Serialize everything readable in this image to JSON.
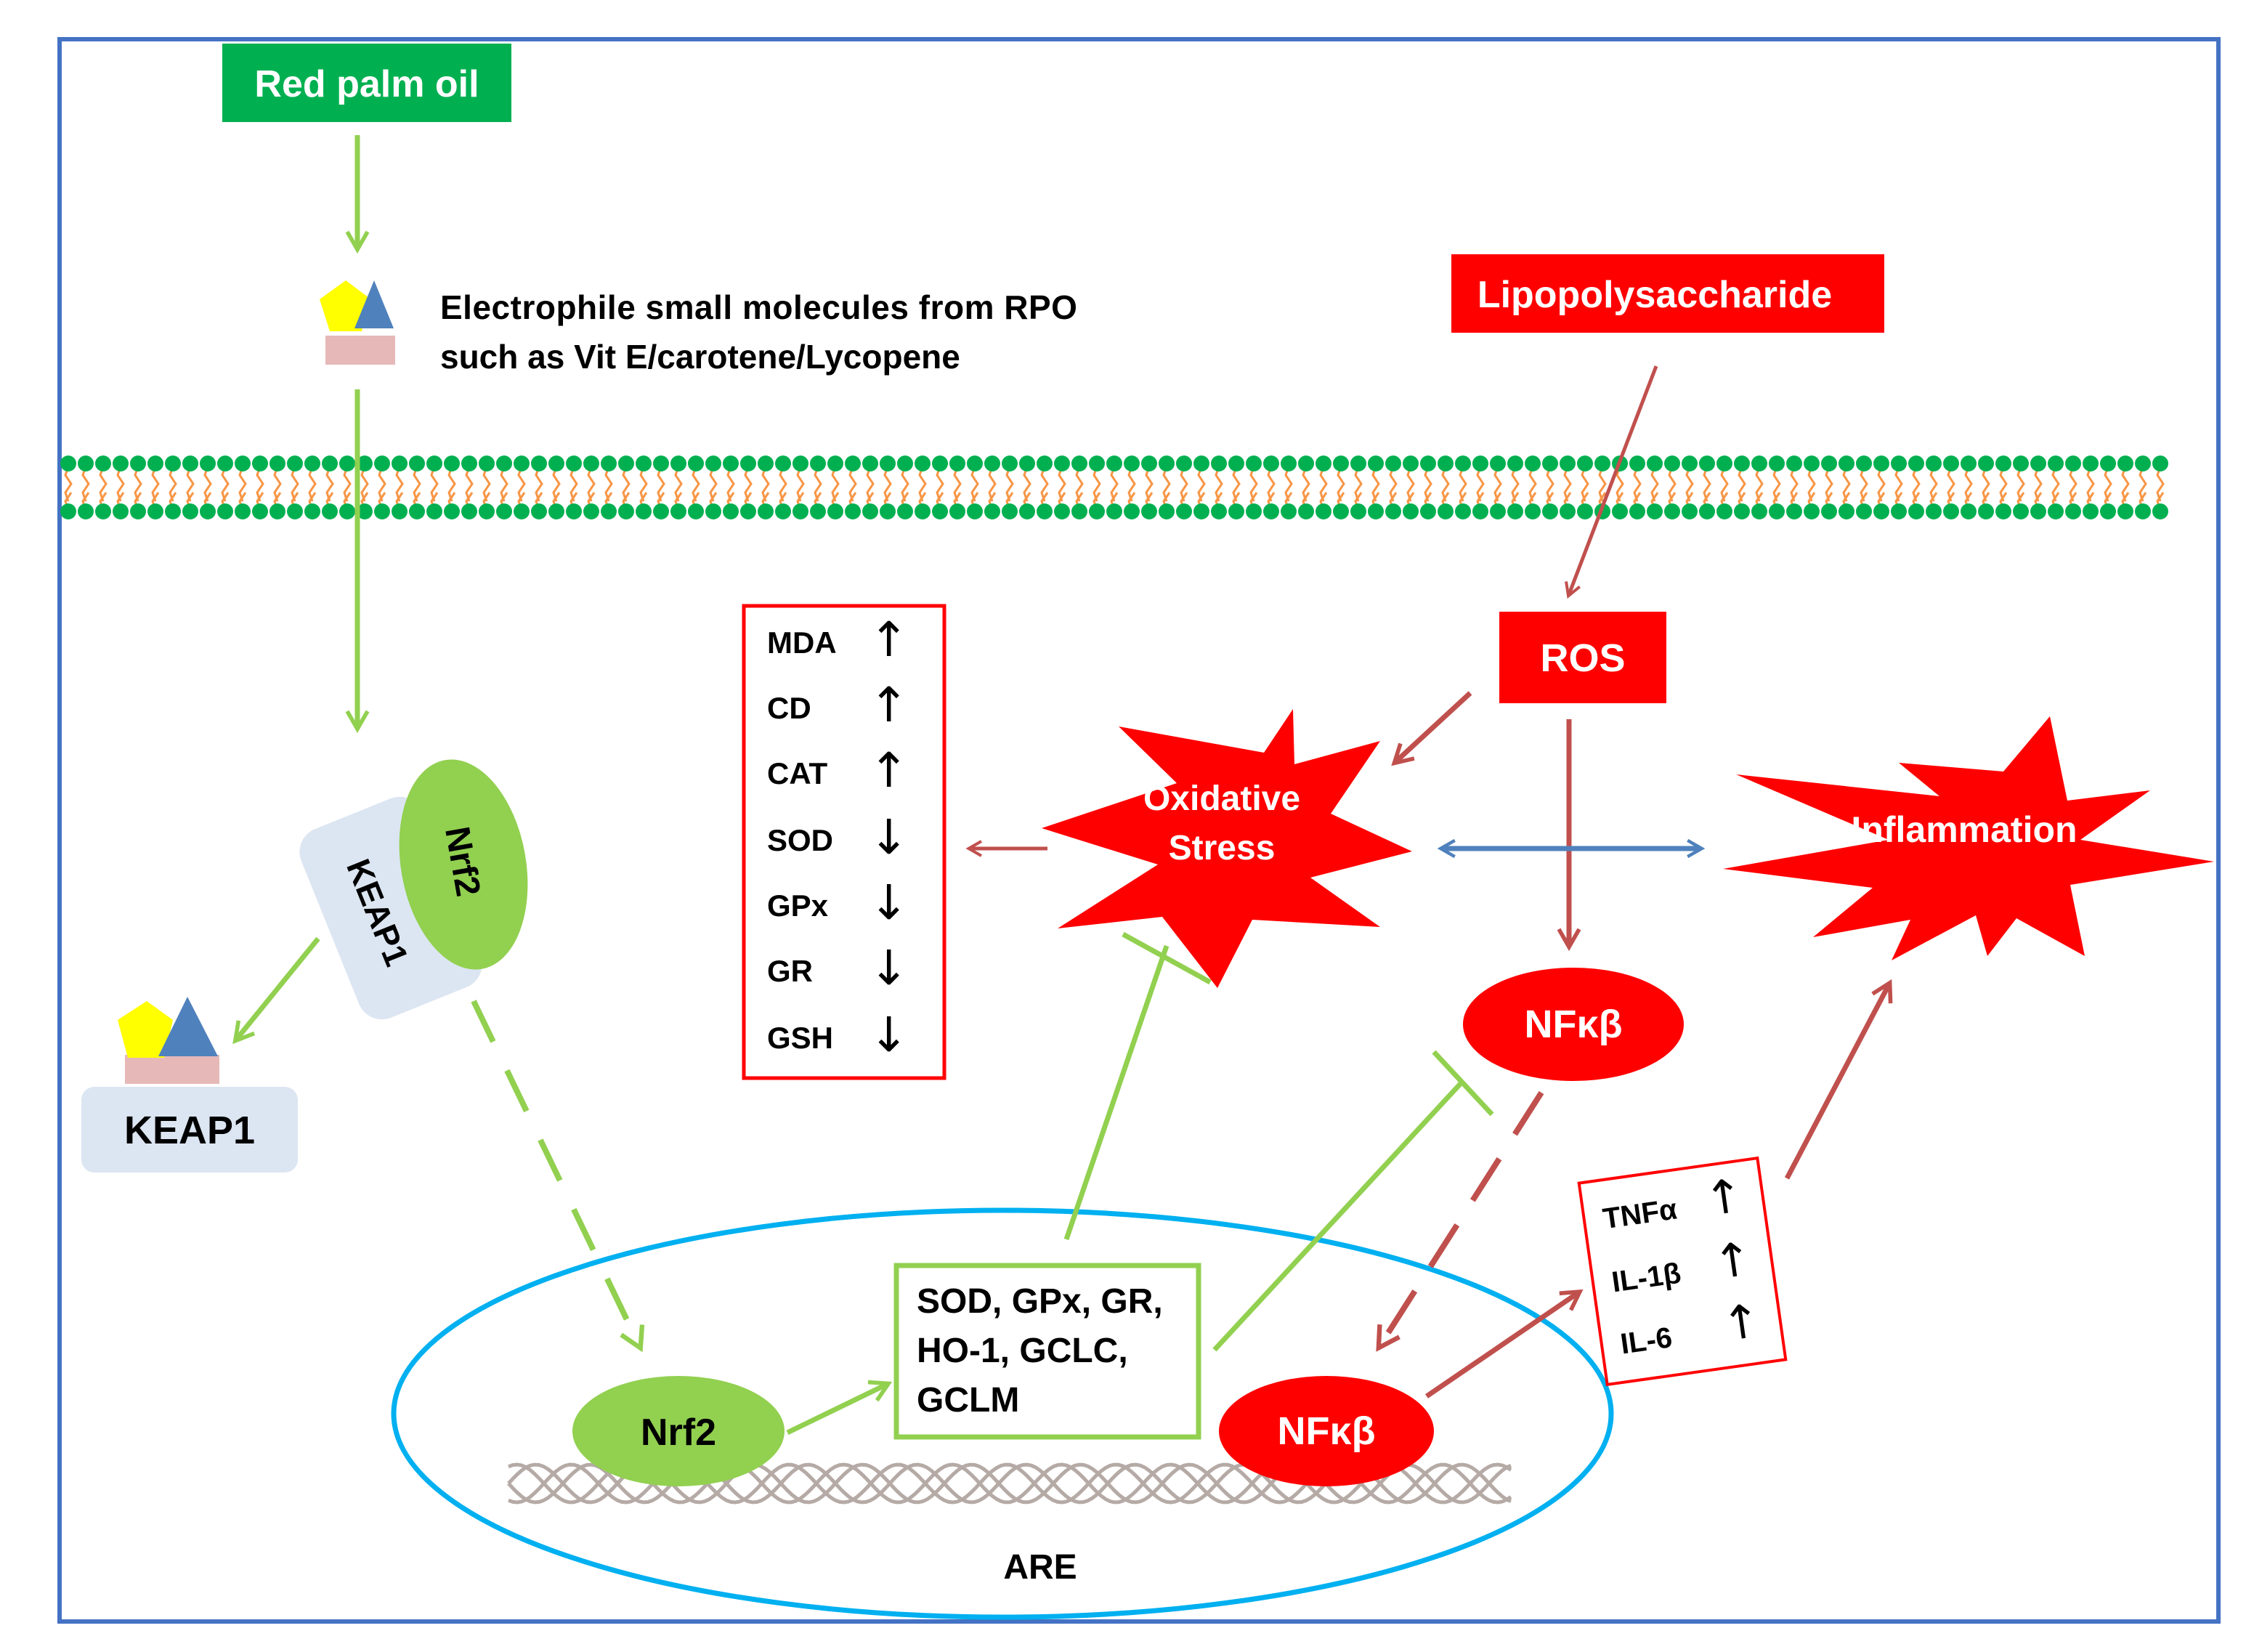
{
  "labels": {
    "red_palm_oil": "Red palm oil",
    "electrophile_line1": "Electrophile small molecules from RPO",
    "electrophile_line2": "such as Vit E/carotene/Lycopene",
    "lipopolysaccharide": "Lipopolysaccharide",
    "ros": "ROS",
    "keap1_complex": "KEAP1",
    "nrf2_complex": "Nrf2",
    "keap1_free": "KEAP1",
    "oxidative_stress_line1": "Oxidative",
    "oxidative_stress_line2": "Stress",
    "inflammation": "Inflammation",
    "nfkb_cytoplasm": "NFκβ",
    "nfkb_nucleus": "NFκβ",
    "nrf2_nucleus": "Nrf2",
    "are": "ARE",
    "target_genes": [
      "SOD, GPx, GR,",
      "HO-1, GCLC,",
      "GCLM"
    ]
  },
  "markers": [
    {
      "name": "MDA",
      "direction": "up",
      "arrow": "↑"
    },
    {
      "name": "CD",
      "direction": "up",
      "arrow": "↑"
    },
    {
      "name": "CAT",
      "direction": "up",
      "arrow": "↑"
    },
    {
      "name": "SOD",
      "direction": "down",
      "arrow": "↓"
    },
    {
      "name": "GPx",
      "direction": "down",
      "arrow": "↓"
    },
    {
      "name": "GR",
      "direction": "down",
      "arrow": "↓"
    },
    {
      "name": "GSH",
      "direction": "down",
      "arrow": "↓"
    }
  ],
  "cytokines": [
    {
      "name": "TNFα",
      "direction": "up",
      "arrow": "↑"
    },
    {
      "name": "IL-1β",
      "direction": "up",
      "arrow": "↑"
    },
    {
      "name": "IL-6",
      "direction": "up",
      "arrow": "↑"
    }
  ],
  "colors": {
    "frame": "#4472c4",
    "green_box": "#00b050",
    "green": "#92d050",
    "red": "#ff0000",
    "brown": "#c0504d",
    "blue_arrow": "#4f81bd",
    "nucleus": "#00b0f0",
    "keap1": "#dce6f2",
    "pentagon": "#ffff00",
    "triangle": "#4f81bd",
    "base_rect": "#e6b9b8",
    "membrane_head": "#00b050",
    "membrane_tail": "#f79646"
  }
}
